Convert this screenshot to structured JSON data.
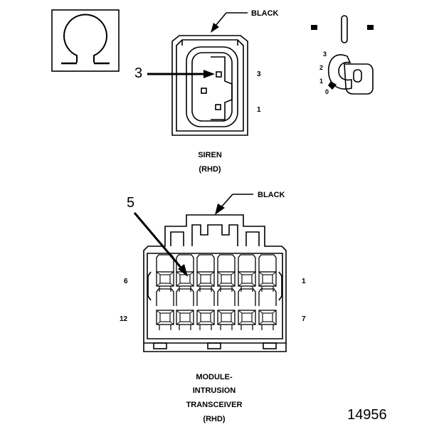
{
  "siren": {
    "wire_color": "BLACK",
    "callout": "3",
    "pin_high": "3",
    "pin_low": "1",
    "title": "SIREN",
    "subtitle": "(RHD)"
  },
  "key_switch": {
    "positions": [
      "3",
      "2",
      "1",
      "0"
    ]
  },
  "module": {
    "wire_color": "BLACK",
    "callout": "5",
    "pin_top_left": "6",
    "pin_top_right": "1",
    "pin_bottom_left": "12",
    "pin_bottom_right": "7",
    "title_line1": "MODULE-",
    "title_line2": "INTRUSION",
    "title_line3": "TRANSCEIVER",
    "title_line4": "(RHD)"
  },
  "figure_number": "14956",
  "icons": [
    "ohm-symbol-icon",
    "key-switch-icon"
  ],
  "colors": {
    "ink": "#000000",
    "background": "#ffffff"
  }
}
